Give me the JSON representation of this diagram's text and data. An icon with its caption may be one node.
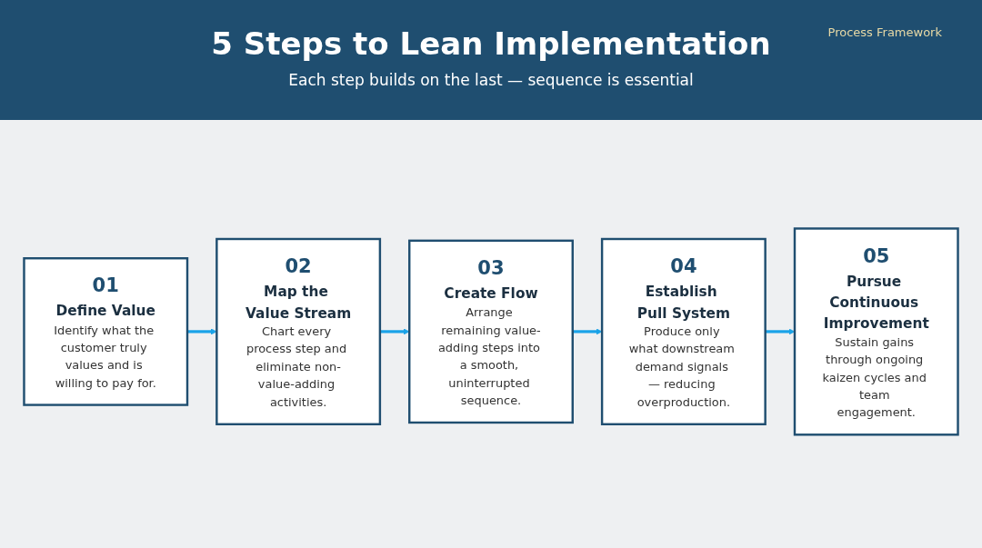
{
  "diagram": {
    "title": "5 Steps to Lean Implementation",
    "nodes": [
      {
        "text": [
          "01",
          "Define Value",
          "Identify what the customer truly values and is willing to pay for."
        ]
      },
      {
        "text": [
          "02",
          "Map the Value Stream",
          "Chart every process step and eliminate non-value-adding activities."
        ]
      },
      {
        "text": [
          "03",
          "Create Flow",
          "Arrange remaining value-adding steps into a smooth, uninterrupted sequence."
        ]
      },
      {
        "text": [
          "04",
          "Establish Pull System",
          "Produce only what downstream demand signals — reducing overproduction."
        ]
      },
      {
        "text": [
          "05",
          "Pursue Continuous Improvement",
          "Sustain gains through ongoing kaizen cycles and team engagement."
        ]
      }
    ],
    "edges": [
      {
        "from": 0,
        "to": 1,
        "arrow": "to"
      },
      {
        "from": 1,
        "to": 2,
        "arrow": "to"
      },
      {
        "from": 2,
        "to": 3,
        "arrow": "to"
      },
      {
        "from": 3,
        "to": 4,
        "arrow": "to"
      }
    ],
    "labels": [
      "Each step builds on the last — sequence is essential",
      "Process Framework"
    ]
  }
}
